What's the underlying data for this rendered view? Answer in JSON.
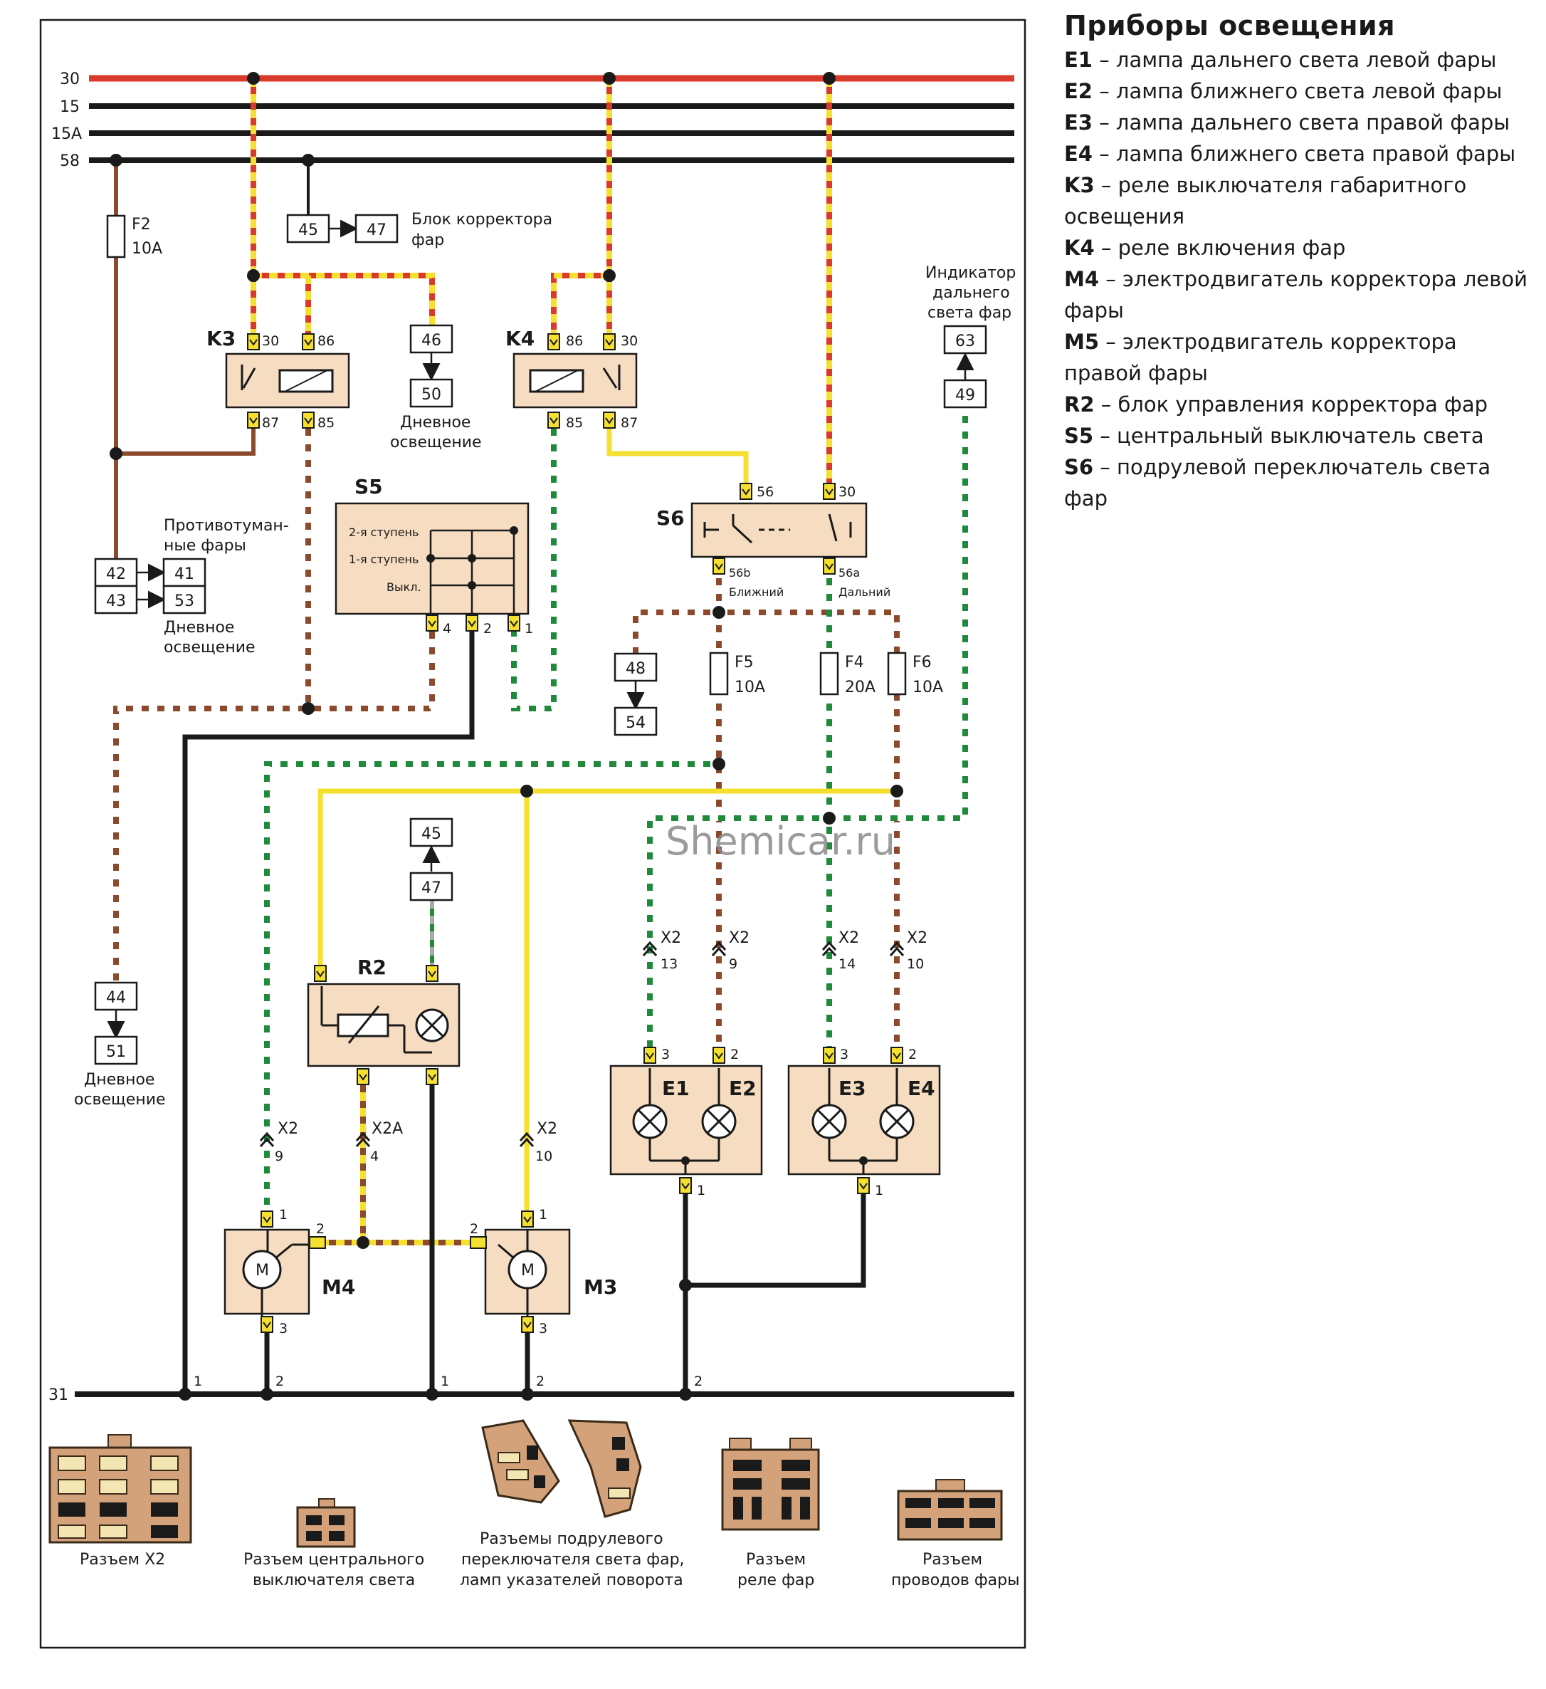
{
  "legend": {
    "title": "Приборы освещения",
    "items": [
      {
        "code": "E1",
        "text": "– лампа дальнего света левой фары"
      },
      {
        "code": "E2",
        "text": "– лампа ближнего света левой фары"
      },
      {
        "code": "E3",
        "text": "– лампа дальнего света правой фары"
      },
      {
        "code": "E4",
        "text": "– лампа ближнего света правой фары"
      },
      {
        "code": "K3",
        "text": "– реле выключателя габаритного освещения"
      },
      {
        "code": "K4",
        "text": "– реле включения фар"
      },
      {
        "code": "M4",
        "text": "– электродвигатель корректора левой фары"
      },
      {
        "code": "M5",
        "text": "– электродвигатель корректора правой фары"
      },
      {
        "code": "R2",
        "text": "– блок управления корректора фар"
      },
      {
        "code": "S5",
        "text": "– центральный выключатель света"
      },
      {
        "code": "S6",
        "text": "– подрулевой переключатель света фар"
      }
    ]
  },
  "bus": {
    "b30": "30",
    "b15": "15",
    "b15a": "15A",
    "b58": "58",
    "b31": "31"
  },
  "fuses": {
    "f2": {
      "name": "F2",
      "rating": "10A"
    },
    "f5": {
      "name": "F5",
      "rating": "10A"
    },
    "f4": {
      "name": "F4",
      "rating": "20A"
    },
    "f6": {
      "name": "F6",
      "rating": "10A"
    }
  },
  "components": {
    "k3": {
      "name": "K3",
      "p30": "30",
      "p86": "86",
      "p87": "87",
      "p85": "85"
    },
    "k4": {
      "name": "K4",
      "p86": "86",
      "p30": "30",
      "p85": "85",
      "p87": "87"
    },
    "s5": {
      "name": "S5",
      "pos2": "2-я ступень",
      "pos1": "1-я ступень",
      "off": "Выкл.",
      "p4": "4",
      "p2": "2",
      "p1": "1"
    },
    "s6": {
      "name": "S6",
      "p56": "56",
      "p30": "30",
      "p56b": "56b",
      "p56a": "56a",
      "low": "Ближний",
      "high": "Дальний"
    },
    "r2": {
      "name": "R2"
    },
    "m4": {
      "name": "M4",
      "motor": "M",
      "p1": "1",
      "p2": "2",
      "p3": "3"
    },
    "m3": {
      "name": "M3",
      "motor": "M",
      "p1": "1",
      "p2": "2",
      "p3": "3"
    },
    "e12": {
      "e1": "E1",
      "e2": "E2",
      "p3": "3",
      "p2": "2",
      "p1": "1"
    },
    "e34": {
      "e3": "E3",
      "e4": "E4",
      "p3": "3",
      "p2": "2",
      "p1": "1"
    }
  },
  "refs": {
    "r45a": "45",
    "r47a": "47",
    "headlight_corrector_block": "Блок корректора фар",
    "r46": "46",
    "r50": "50",
    "day_light_1": "Дневное освещение",
    "indicator": "Индикатор дальнего света фар",
    "r63": "63",
    "r49": "49",
    "fog": "Противотуман-ные фары",
    "r42": "42",
    "r41": "41",
    "r43": "43",
    "r53": "53",
    "day_light_2": "Дневное освещение",
    "r48": "48",
    "r54": "54",
    "r45b": "45",
    "r47b": "47",
    "r44": "44",
    "r51": "51",
    "day_light_3": "Дневное освещение"
  },
  "connectors_x": {
    "c13": {
      "name": "X2",
      "pin": "13"
    },
    "c9r": {
      "name": "X2",
      "pin": "9"
    },
    "c14": {
      "name": "X2",
      "pin": "14"
    },
    "c10r": {
      "name": "X2",
      "pin": "10"
    },
    "c9l": {
      "name": "X2",
      "pin": "9"
    },
    "c4": {
      "name": "X2A",
      "pin": "4"
    },
    "c10l": {
      "name": "X2",
      "pin": "10"
    }
  },
  "ground_labels": {
    "g1a": "1",
    "g2a": "2",
    "g1b": "1",
    "g2b": "2",
    "g2c": "2"
  },
  "watermark": "Shemicar.ru",
  "connectors_bottom": [
    "Разъем X2",
    "Разъем центрального выключателя света",
    "Разъемы подрулевого переключателя света фар, ламп указателей поворота",
    "Разъем реле фар",
    "Разъем проводов фары"
  ],
  "colors": {
    "red": "#d93a2b",
    "yellow": "#f5e030",
    "brown": "#8b4a2b",
    "green": "#1f8a3b",
    "black": "#1a1a1a",
    "component_fill": "#f6dcc0"
  }
}
